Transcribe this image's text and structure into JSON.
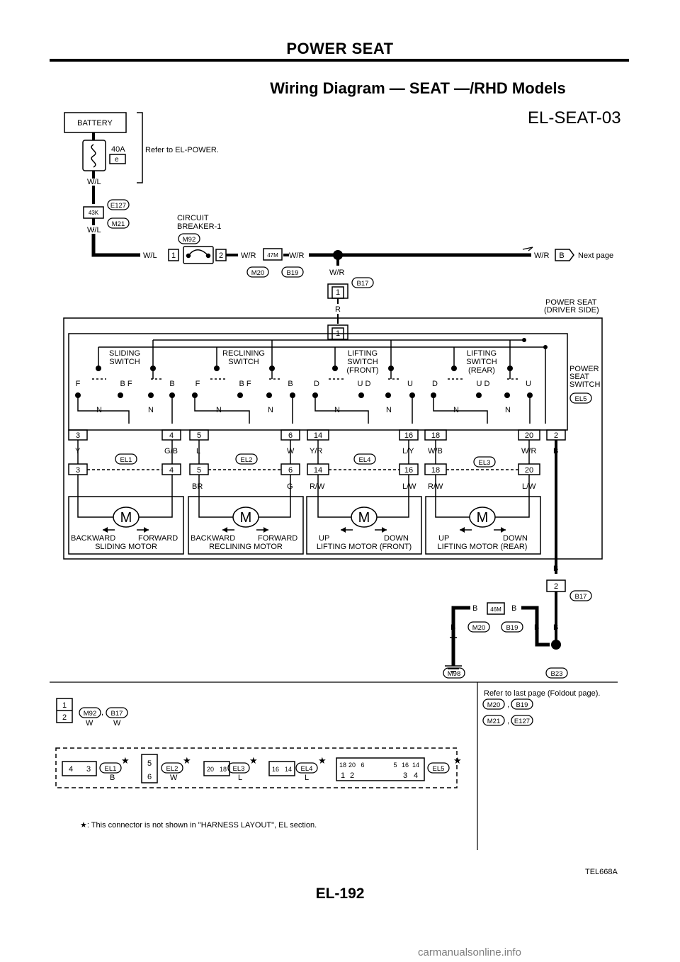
{
  "header": {
    "title": "POWER SEAT"
  },
  "diagram": {
    "title": "Wiring Diagram — SEAT —/RHD Models",
    "id": "EL-SEAT-03",
    "figure_code": "TEL668A"
  },
  "labels": {
    "battery": "BATTERY",
    "fuse_amp": "40A",
    "fuse_letter": "e",
    "refer_power": "Refer to EL-POWER.",
    "circuit_breaker": [
      "CIRCUIT",
      "BREAKER-1"
    ],
    "next_page": "Next page",
    "power_seat": [
      "POWER SEAT",
      "(DRIVER SIDE)"
    ],
    "seat_switch": [
      "POWER",
      "SEAT",
      "SWITCH"
    ],
    "switches": [
      [
        "SLIDING",
        "SWITCH"
      ],
      [
        "RECLINING",
        "SWITCH"
      ],
      [
        "LIFTING",
        "SWITCH",
        "(FRONT)"
      ],
      [
        "LIFTING",
        "SWITCH",
        "(REAR)"
      ]
    ],
    "motor_symbol": "M",
    "motors": [
      {
        "left": "BACKWARD",
        "right": "FORWARD",
        "name": "SLIDING MOTOR"
      },
      {
        "left": "BACKWARD",
        "right": "FORWARD",
        "name": "RECLINING MOTOR"
      },
      {
        "left": "UP",
        "right": "DOWN",
        "name": "LIFTING MOTOR (FRONT)"
      },
      {
        "left": "UP",
        "right": "DOWN",
        "name": "LIFTING MOTOR (REAR)"
      }
    ],
    "contacts": [
      "F",
      "B F",
      "B",
      "F",
      "B F",
      "B",
      "D",
      "U D",
      "U",
      "D",
      "U D",
      "U"
    ],
    "neutrals": [
      "N",
      "N",
      "N",
      "N",
      "N",
      "N",
      "N",
      "N"
    ],
    "pins_top": [
      "3",
      "4",
      "5",
      "6",
      "14",
      "16",
      "18",
      "20",
      "2"
    ],
    "wires_top": [
      "Y",
      "G/B",
      "L",
      "W",
      "Y/R",
      "L/Y",
      "W/B",
      "W/R",
      "B"
    ],
    "pins_motor": [
      "3",
      "4",
      "5",
      "6",
      "14",
      "16",
      "18",
      "20"
    ],
    "wires_motor": [
      "BR",
      "G",
      "R/W",
      "L/W",
      "R/W",
      "L/W"
    ],
    "motor_connectors": [
      "EL1",
      "EL2",
      "EL4",
      "EL3"
    ],
    "wires": {
      "wl": "W/L",
      "wr": "W/R",
      "r": "R",
      "b": "B"
    },
    "pins": {
      "one": "1",
      "two": "2"
    },
    "connectors": {
      "e127": "E127",
      "m21": "M21",
      "m92": "M92",
      "m20": "M20",
      "b19": "B19",
      "b17": "B17",
      "el5": "EL5",
      "m98": "M98",
      "b23": "B23",
      "j43k": "43K",
      "j47m": "47M",
      "j46m": "46M"
    }
  },
  "legend": {
    "refer_last": "Refer to last page (Foldout page).",
    "comma": ",",
    "conn_color_w": "W",
    "conn_color_b": "B",
    "conn_color_l": "L",
    "star": "★",
    "note": "★: This connector is not shown in \"HARNESS LAYOUT\", EL section.",
    "el1_pins": [
      "4",
      "3"
    ],
    "el2_pins": [
      "5",
      "6"
    ],
    "el3_pins": [
      "20",
      "18"
    ],
    "el4_pins": [
      "16",
      "14"
    ],
    "el5_top": [
      "18",
      "20",
      "6",
      "5",
      "16",
      "14"
    ],
    "el5_bottom": [
      "1",
      "2",
      "3",
      "4"
    ]
  },
  "page": {
    "number": "EL-192"
  },
  "footer": {
    "watermark": "carmanualsonline.info"
  }
}
